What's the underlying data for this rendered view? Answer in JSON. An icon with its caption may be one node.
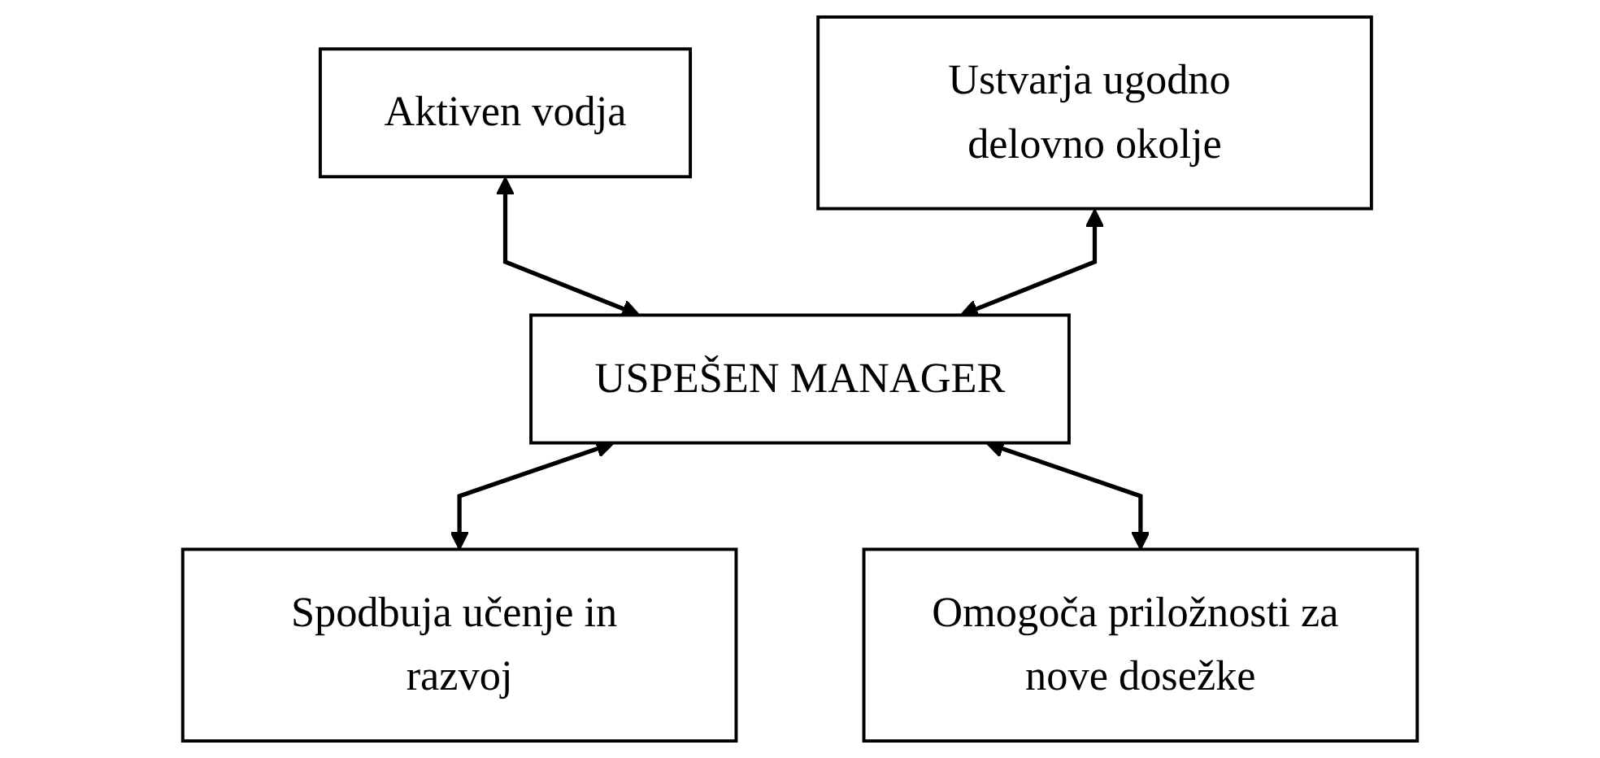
{
  "diagram": {
    "nodes": [
      {
        "text": [
          "Aktiven vodja"
        ]
      },
      {
        "text": [
          "Ustvarja ugodno delovno okolje"
        ]
      },
      {
        "text": [
          "USPEŠEN MANAGER"
        ]
      },
      {
        "text": [
          "Spodbuja učenje in razvoj"
        ]
      },
      {
        "text": [
          "Omogoča priložnosti za nove dosežke"
        ]
      }
    ],
    "edges": [
      {
        "from": 0,
        "to": 2,
        "arrow": "both"
      },
      {
        "from": 1,
        "to": 2,
        "arrow": "both"
      },
      {
        "from": 2,
        "to": 3,
        "arrow": "both"
      },
      {
        "from": 2,
        "to": 4,
        "arrow": "both"
      }
    ]
  }
}
